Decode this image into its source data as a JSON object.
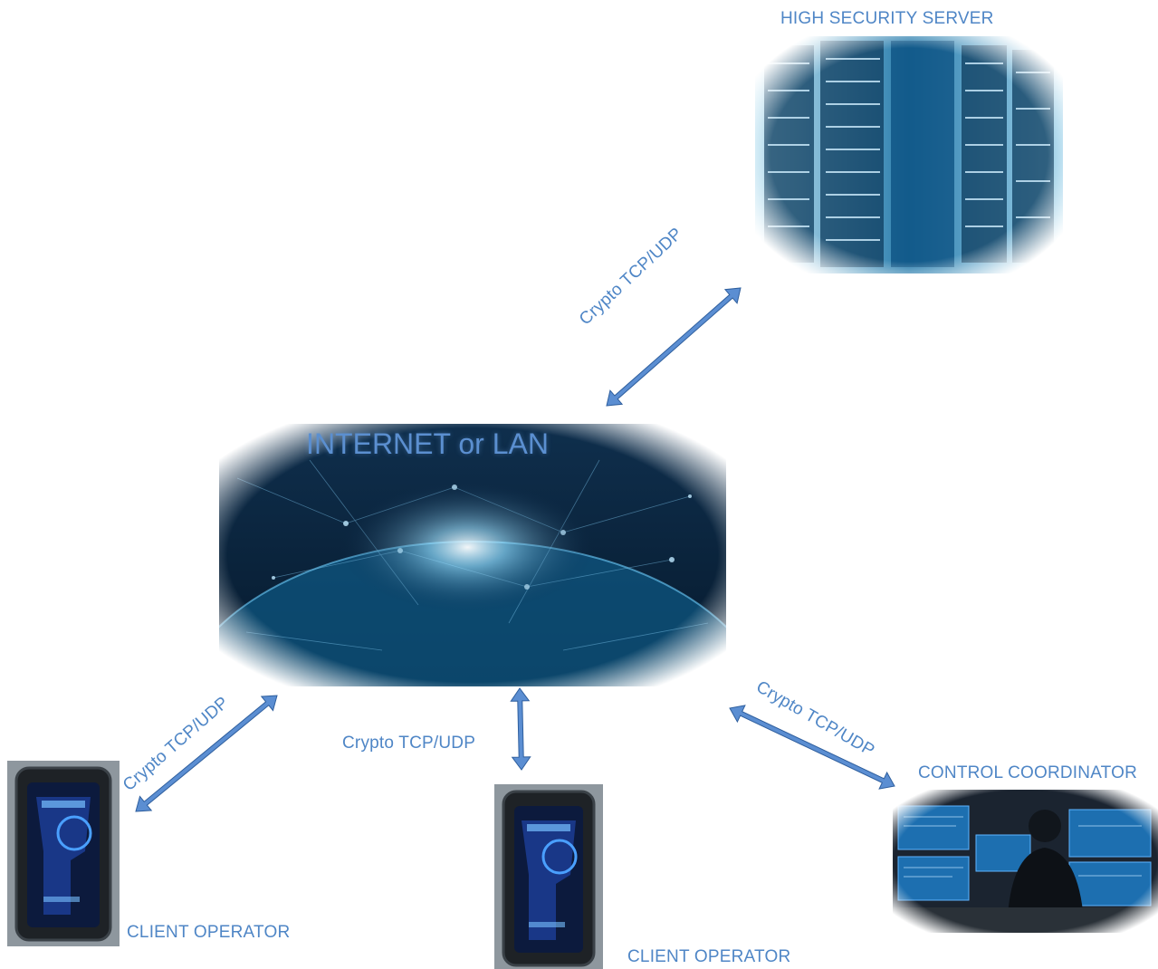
{
  "nodes": {
    "server": {
      "label": "HIGH SECURITY SERVER"
    },
    "internet": {
      "label": "INTERNET or LAN"
    },
    "client_left": {
      "label": "CLIENT OPERATOR"
    },
    "client_middle": {
      "label": "CLIENT OPERATOR"
    },
    "coordinator": {
      "label": "CONTROL COORDINATOR"
    }
  },
  "links": {
    "server_internet": "Crypto TCP/UDP",
    "internet_client_left": "Crypto TCP/UDP",
    "internet_client_middle": "Crypto TCP/UDP",
    "internet_coordinator": "Crypto TCP/UDP"
  },
  "colors": {
    "label": "#4f86c6",
    "arrow_fill": "#5b8ed2",
    "arrow_stroke": "#2f5f9e"
  }
}
